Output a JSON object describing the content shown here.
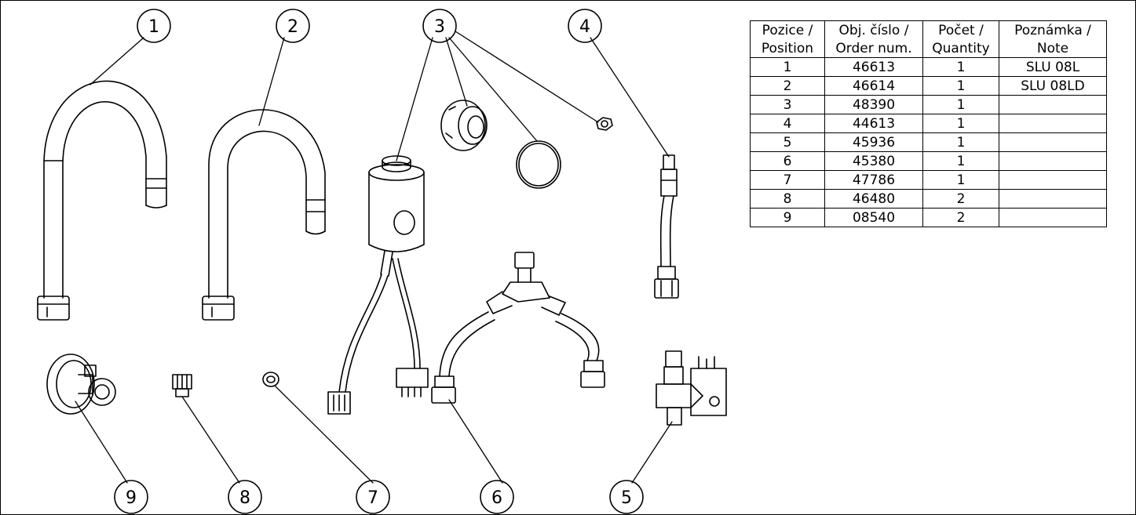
{
  "callouts": [
    "1",
    "2",
    "3",
    "4",
    "5",
    "6",
    "7",
    "8",
    "9"
  ],
  "table": {
    "headers": [
      [
        "Pozice /",
        "Obj. číslo /",
        "Počet /",
        "Poznámka /"
      ],
      [
        "Position",
        "Order num.",
        "Quantity",
        "Note"
      ]
    ],
    "rows": [
      [
        "1",
        "46613",
        "1",
        "SLU 08L"
      ],
      [
        "2",
        "46614",
        "1",
        "SLU 08LD"
      ],
      [
        "3",
        "48390",
        "1",
        ""
      ],
      [
        "4",
        "44613",
        "1",
        ""
      ],
      [
        "5",
        "45936",
        "1",
        ""
      ],
      [
        "6",
        "45380",
        "1",
        ""
      ],
      [
        "7",
        "47786",
        "1",
        ""
      ],
      [
        "8",
        "46480",
        "2",
        ""
      ],
      [
        "9",
        "08540",
        "2",
        ""
      ]
    ]
  }
}
